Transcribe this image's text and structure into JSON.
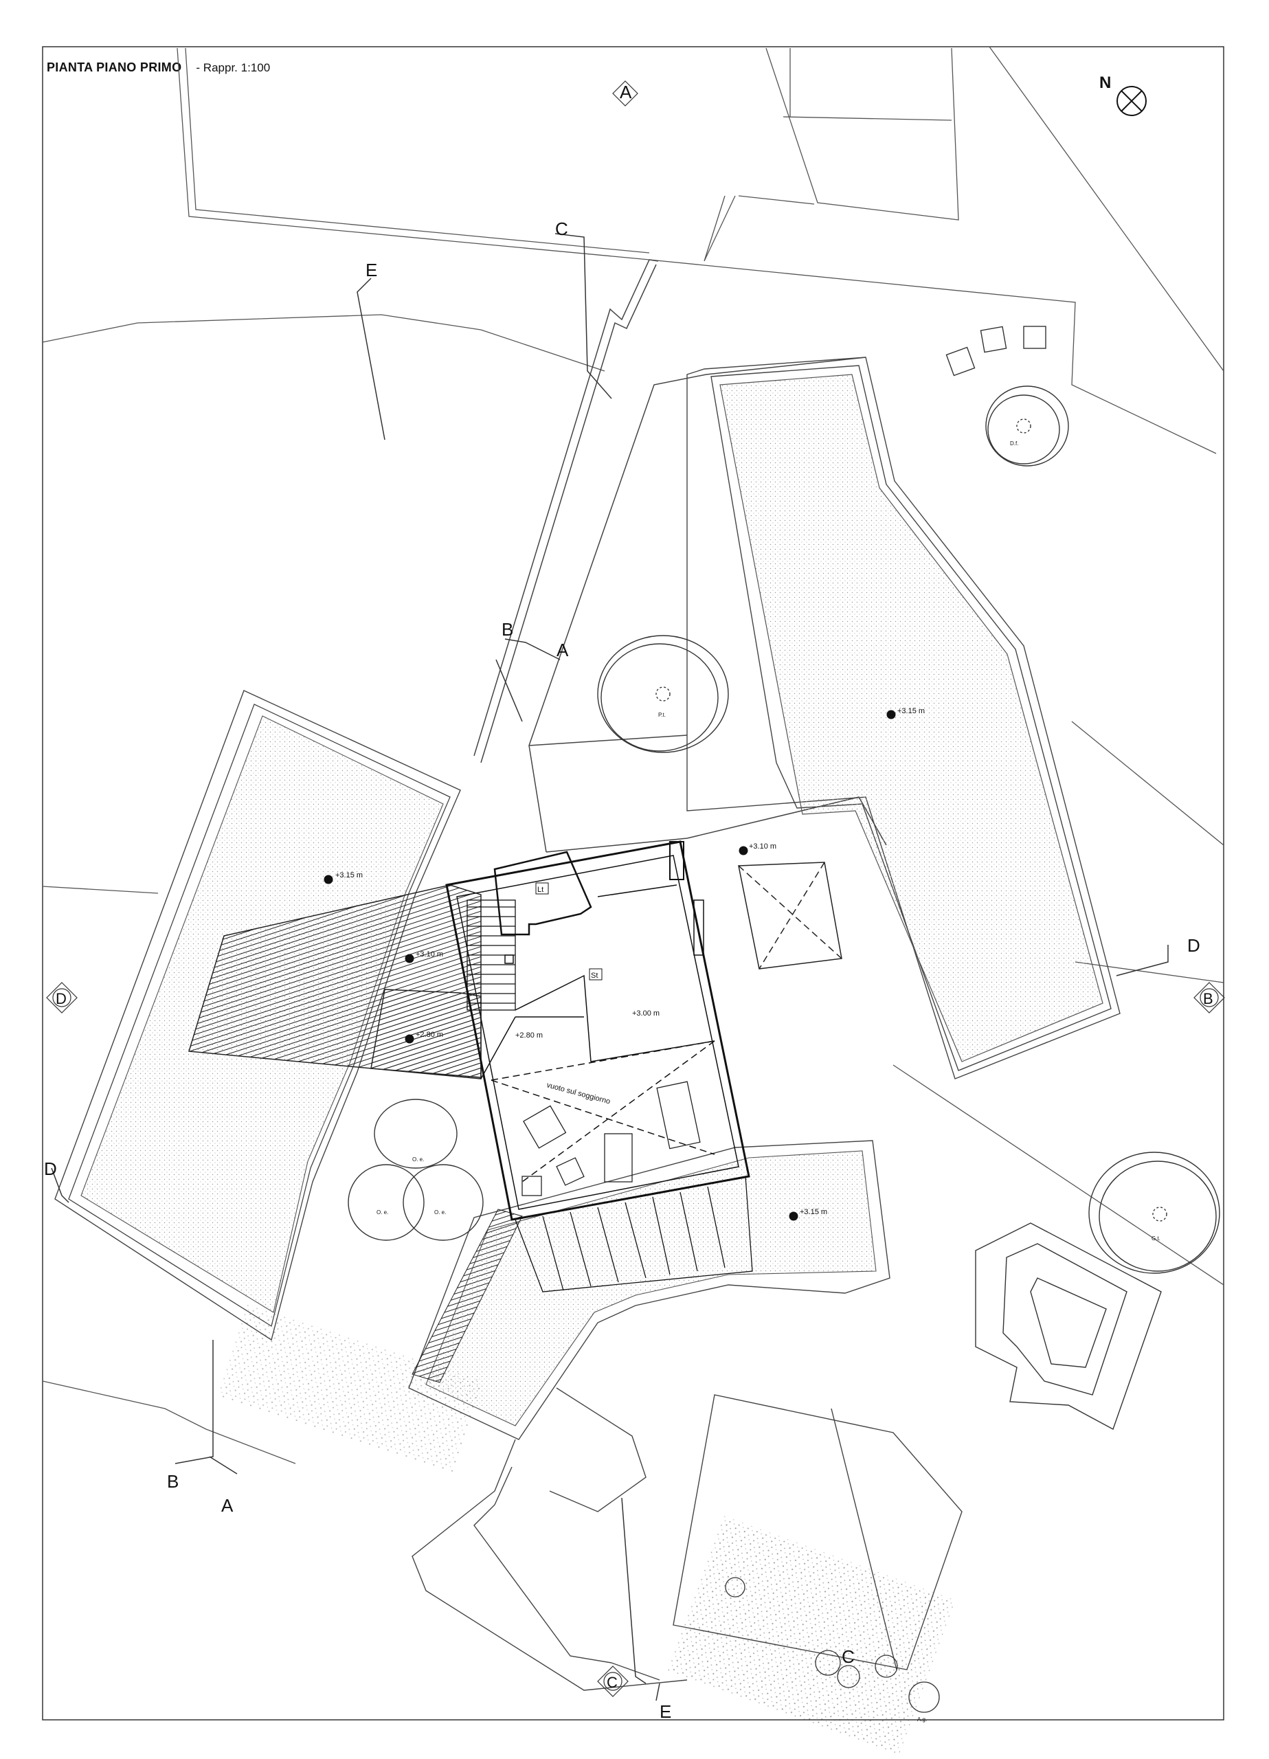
{
  "title": {
    "main": "PIANTA PIANO PRIMO",
    "scale": "- Rappr. 1:100"
  },
  "north": {
    "label": "N",
    "icon": "north-arrow-icon"
  },
  "section_markers": {
    "A_top": "A",
    "A_mid": "A",
    "A_bottom": "A",
    "B_mid": "B",
    "B_right": "B",
    "B_bottom": "B",
    "C_top": "C",
    "C_bottom": "C",
    "C_bottom2": "C",
    "D_left": "D",
    "D_right": "D",
    "D_lower": "D",
    "E_top": "E",
    "E_bottom": "E"
  },
  "elevations": {
    "roof_right": "+3.15 m",
    "roof_left": "+3.15 m",
    "roof_bottom": "+3.15 m",
    "terrace": "+3.10 m",
    "pergola_1": "+3.10 m",
    "pergola_2": "+2.80 m",
    "room_left": "+2.80 m",
    "room_right": "+3.00 m"
  },
  "room_labels": {
    "letto": "Lt",
    "studio": "St",
    "void": "vuoto sul soggiorno"
  },
  "tree_labels": {
    "pt": "P.t.",
    "df": "D.f.",
    "oe1": "O. e.",
    "oe2": "O. e.",
    "oe3": "O. e.",
    "gt": "G.t.",
    "ag": "A.g."
  }
}
